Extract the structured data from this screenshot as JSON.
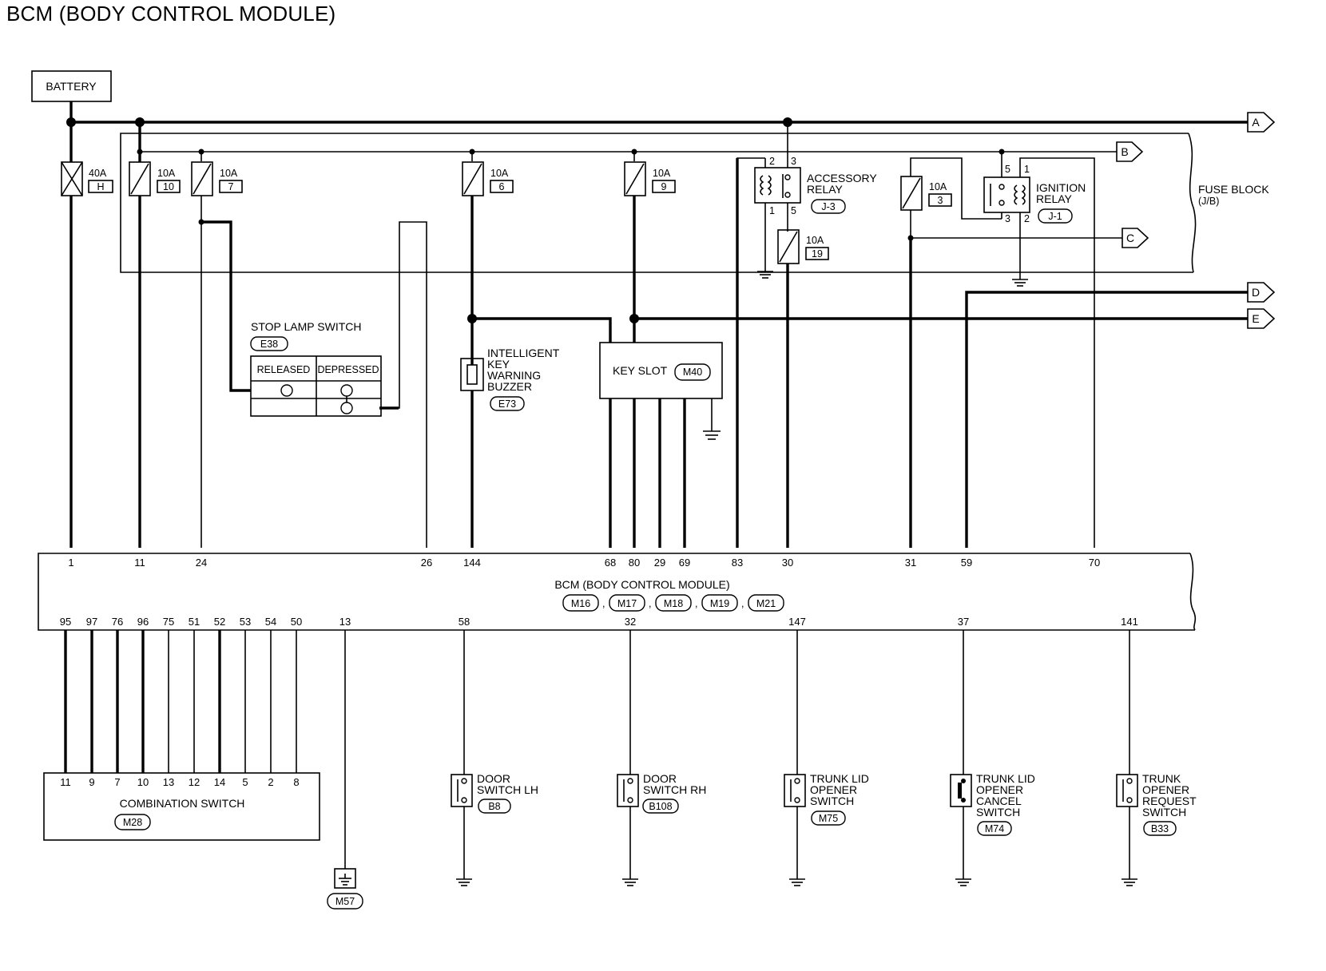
{
  "title": "BCM (BODY CONTROL MODULE)",
  "battery": "BATTERY",
  "fuse_block": {
    "label": "FUSE BLOCK",
    "sub": "(J/B)"
  },
  "fuses": [
    {
      "amp": "40A",
      "id": "H"
    },
    {
      "amp": "10A",
      "id": "10"
    },
    {
      "amp": "10A",
      "id": "7"
    },
    {
      "amp": "10A",
      "id": "6"
    },
    {
      "amp": "10A",
      "id": "9"
    },
    {
      "amp": "10A",
      "id": "19"
    },
    {
      "amp": "10A",
      "id": "3"
    }
  ],
  "accessory_relay": {
    "line1": "ACCESSORY",
    "line2": "RELAY",
    "connector": "J-3",
    "pins": [
      "2",
      "3",
      "1",
      "5"
    ]
  },
  "ignition_relay": {
    "line1": "IGNITION",
    "line2": "RELAY",
    "connector": "J-1",
    "pins": [
      "5",
      "1",
      "3",
      "2"
    ]
  },
  "connectors_ref": [
    "A",
    "B",
    "C",
    "D",
    "E"
  ],
  "stop_lamp_switch": {
    "label": "STOP LAMP SWITCH",
    "connector": "E38",
    "col1": "RELEASED",
    "col2": "DEPRESSED"
  },
  "buzzer": {
    "lines": [
      "INTELLIGENT",
      "KEY",
      "WARNING",
      "BUZZER"
    ],
    "connector": "E73"
  },
  "key_slot": {
    "label": "KEY SLOT",
    "connector": "M40"
  },
  "bcm": {
    "label": "BCM (BODY CONTROL MODULE)",
    "connectors": [
      "M16",
      "M17",
      "M18",
      "M19",
      "M21"
    ],
    "top_pins": [
      "1",
      "11",
      "24",
      "26",
      "144",
      "68",
      "80",
      "29",
      "69",
      "83",
      "30",
      "31",
      "59",
      "70"
    ],
    "bottom_pins": [
      "95",
      "97",
      "76",
      "96",
      "75",
      "51",
      "52",
      "53",
      "54",
      "50",
      "13",
      "58",
      "32",
      "147",
      "37",
      "141"
    ]
  },
  "combination_switch": {
    "label": "COMBINATION SWITCH",
    "connector": "M28",
    "pins": [
      "11",
      "9",
      "7",
      "10",
      "13",
      "12",
      "14",
      "5",
      "2",
      "8"
    ]
  },
  "ground": {
    "connector": "M57"
  },
  "switches": [
    {
      "lines": [
        "DOOR",
        "SWITCH LH"
      ],
      "connector": "B8"
    },
    {
      "lines": [
        "DOOR",
        "SWITCH RH"
      ],
      "connector": "B108"
    },
    {
      "lines": [
        "TRUNK LID",
        "OPENER",
        "SWITCH"
      ],
      "connector": "M75"
    },
    {
      "lines": [
        "TRUNK LID",
        "OPENER",
        "CANCEL",
        "SWITCH"
      ],
      "connector": "M74"
    },
    {
      "lines": [
        "TRUNK",
        "OPENER",
        "REQUEST",
        "SWITCH"
      ],
      "connector": "B33"
    }
  ]
}
